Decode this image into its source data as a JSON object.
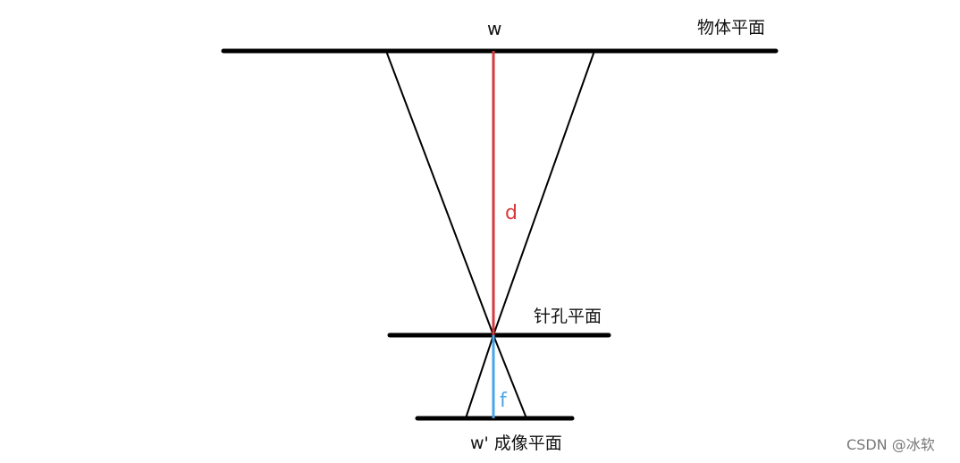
{
  "labels": {
    "w": "w",
    "object_plane": "物体平面",
    "pinhole_plane": "针孔平面",
    "image_plane": "w'  成像平面",
    "d": "d",
    "f": "f"
  },
  "watermark": "CSDN @冰软",
  "colors": {
    "line": "#000000",
    "d_line": "#d9393b",
    "f_line": "#4ba5e8",
    "watermark": "#777777"
  }
}
